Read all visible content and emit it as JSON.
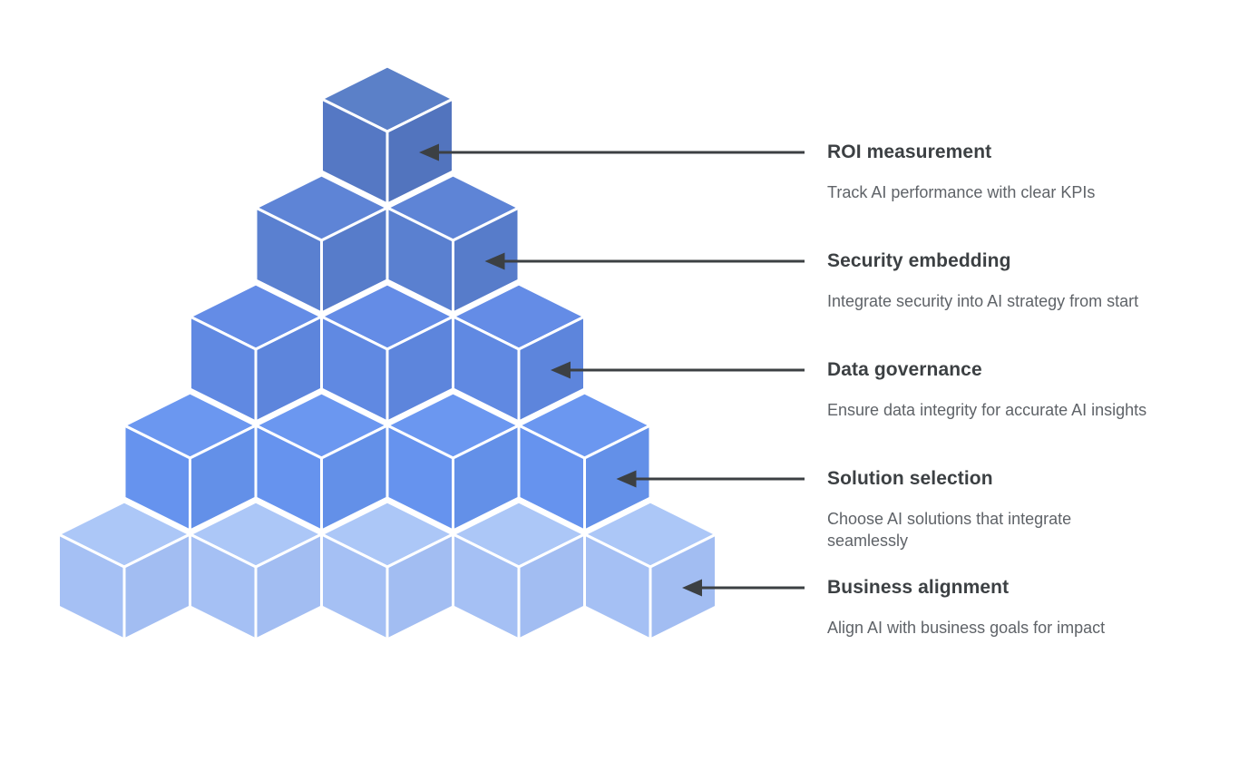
{
  "diagram_title": "AI strategy cube pyramid",
  "background_color": "#ffffff",
  "edge_color": "#ffffff",
  "arrow_color": "#3c4043",
  "title_color": "#3c4043",
  "description_color": "#5f6368",
  "pyramid": {
    "levels": [
      {
        "level": 1,
        "cubes": 1,
        "title": "ROI measurement",
        "description": "Track AI performance with clear KPIs",
        "colors": {
          "top": "#5b80c8",
          "left": "#5578c4",
          "right": "#5274be"
        }
      },
      {
        "level": 2,
        "cubes": 2,
        "title": "Security embedding",
        "description": "Integrate security into AI strategy from start",
        "colors": {
          "top": "#5e84d6",
          "left": "#5a80d0",
          "right": "#577cca"
        }
      },
      {
        "level": 3,
        "cubes": 3,
        "title": "Data governance",
        "description": "Ensure data integrity for accurate AI insights",
        "colors": {
          "top": "#648ce6",
          "left": "#6089e2",
          "right": "#5d85dc"
        }
      },
      {
        "level": 4,
        "cubes": 4,
        "title": "Solution selection",
        "description": "Choose AI solutions that integrate seamlessly",
        "colors": {
          "top": "#6b97f0",
          "left": "#6693ee",
          "right": "#6390e8"
        }
      },
      {
        "level": 5,
        "cubes": 5,
        "title": "Business alignment",
        "description": "Align AI with business goals for impact",
        "colors": {
          "top": "#acc7f7",
          "left": "#a5c0f4",
          "right": "#a2bdf2"
        }
      }
    ]
  }
}
